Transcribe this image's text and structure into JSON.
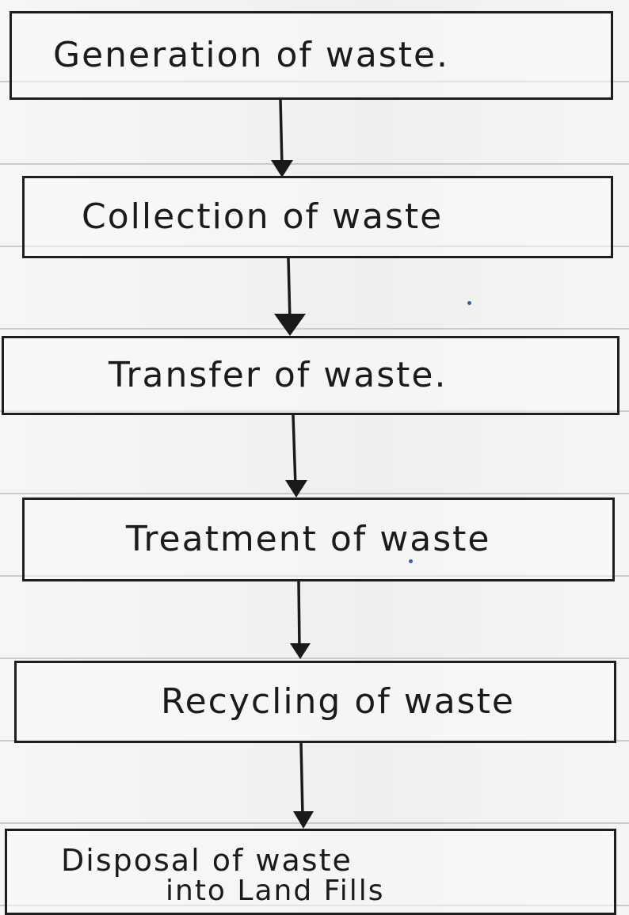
{
  "flowchart": {
    "steps": [
      {
        "label": "Generation of waste.",
        "label2": ""
      },
      {
        "label": "Collection of waste",
        "label2": ""
      },
      {
        "label": "Transfer of waste.",
        "label2": ""
      },
      {
        "label": "Treatment of waste",
        "label2": ""
      },
      {
        "label": "Recycling of waste",
        "label2": ""
      },
      {
        "label": "Disposal of waste",
        "label2": "into Land Fills"
      }
    ]
  },
  "colors": {
    "ink": "#1e1e1e",
    "paper": "#f4f4f3",
    "rule_line": "#c9cbd0",
    "blue_ink": "#3b5fa8"
  }
}
